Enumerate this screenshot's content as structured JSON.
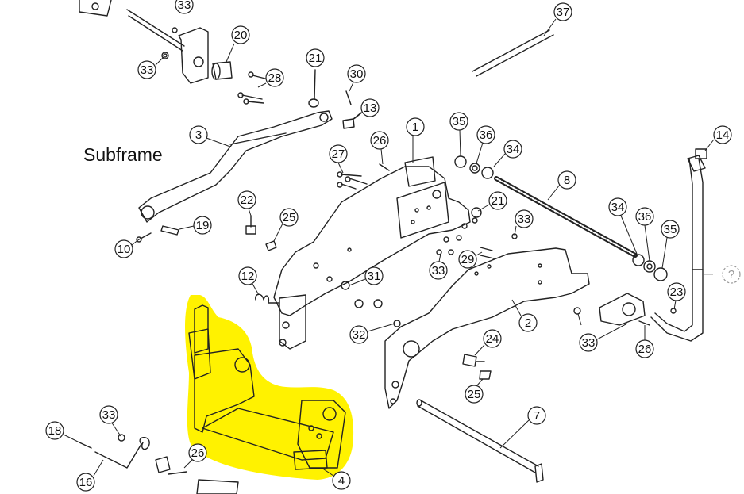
{
  "title": "Subframe",
  "highlight_color": "#fff200",
  "callouts": [
    "1",
    "2",
    "3",
    "4",
    "7",
    "8",
    "10",
    "12",
    "13",
    "14",
    "16",
    "18",
    "19",
    "20",
    "21",
    "21",
    "22",
    "23",
    "24",
    "25",
    "25",
    "26",
    "26",
    "26",
    "27",
    "28",
    "29",
    "30",
    "31",
    "32",
    "33",
    "33",
    "33",
    "33",
    "33",
    "33",
    "33",
    "34",
    "34",
    "35",
    "35",
    "36",
    "36",
    "37",
    "?"
  ]
}
